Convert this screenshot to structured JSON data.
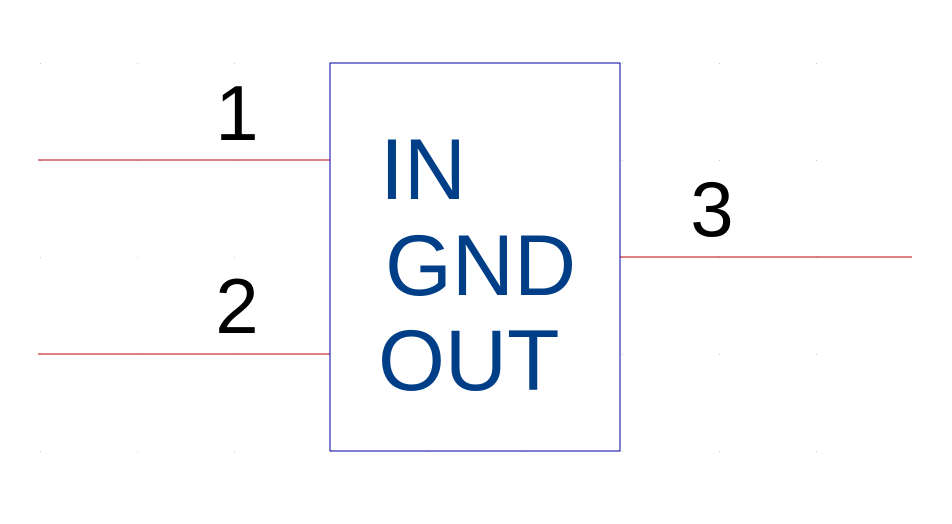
{
  "colors": {
    "pin_line": "#c00000",
    "body_outline": "#0000a0",
    "pin_label": "#003f87",
    "pin_number": "#000000",
    "grid_dot": "#c8c8c8"
  },
  "component": {
    "labels": {
      "in": "IN",
      "gnd": "GND",
      "out": "OUT"
    },
    "pins": [
      {
        "number": "1"
      },
      {
        "number": "2"
      },
      {
        "number": "3"
      }
    ]
  }
}
